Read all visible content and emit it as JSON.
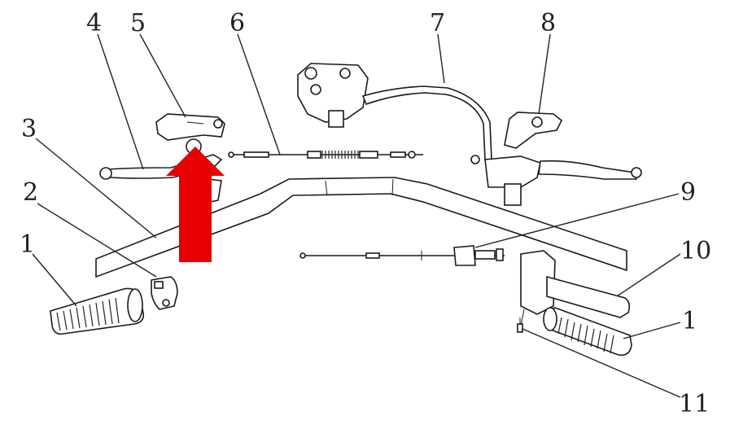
{
  "callouts": {
    "c1_left": "1",
    "c2": "2",
    "c3": "3",
    "c4": "4",
    "c5": "5",
    "c6": "6",
    "c7": "7",
    "c8": "8",
    "c9": "9",
    "c10": "10",
    "c1_right": "1",
    "c11": "11"
  },
  "highlight": {
    "arrow_color": "#e60000",
    "direction": "up"
  },
  "colors": {
    "line": "#1a1a1a",
    "background": "#ffffff"
  }
}
